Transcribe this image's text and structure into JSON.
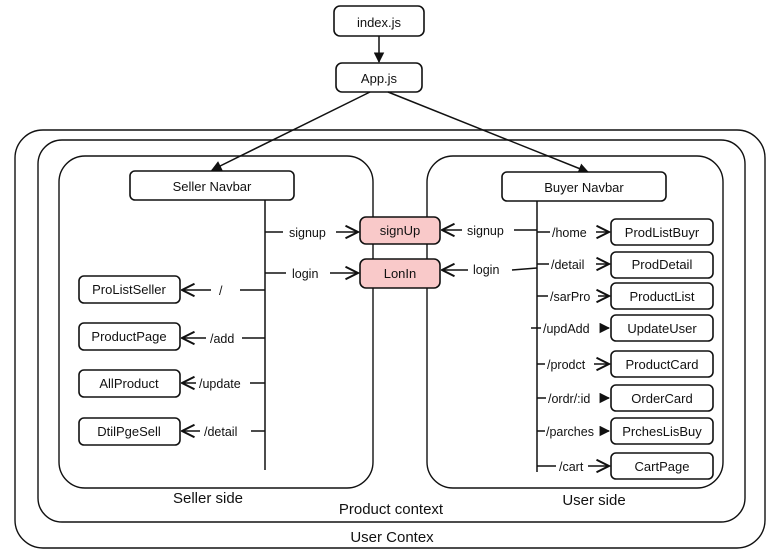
{
  "nodes": {
    "index": "index.js",
    "app": "App.js",
    "seller_navbar": "Seller Navbar",
    "buyer_navbar": "Buyer Navbar",
    "signup": "signUp",
    "login": "LonIn",
    "pro_list_seller": "ProListSeller",
    "product_page": "ProductPage",
    "all_product": "AllProduct",
    "dtil_pge_sell": "DtilPgeSell",
    "prod_list_buyr": "ProdListBuyr",
    "prod_detail": "ProdDetail",
    "product_list": "ProductList",
    "update_user": "UpdateUser",
    "product_card": "ProductCard",
    "order_card": "OrderCard",
    "prches_lis_buy": "PrchesLisBuy",
    "cart_page": "CartPage"
  },
  "edges": {
    "seller_signup": "signup",
    "seller_login": "login",
    "seller_root": "/",
    "seller_add": "/add",
    "seller_update": "/update",
    "seller_detail": "/detail",
    "buyer_signup": "signup",
    "buyer_login": "login",
    "buyer_home": "/home",
    "buyer_detail": "/detail",
    "buyer_sarpro": "/sarPro",
    "buyer_updadd": "/updAdd",
    "buyer_prodct": "/prodct",
    "buyer_ordr": "/ordr/:id",
    "buyer_parches": "/parches",
    "buyer_cart": "/cart"
  },
  "regions": {
    "seller_side": "Seller side",
    "user_side": "User side",
    "product_context": "Product context",
    "user_context": "User Contex"
  },
  "colors": {
    "auth_fill": "#f9c9c9",
    "stroke": "#111111"
  }
}
